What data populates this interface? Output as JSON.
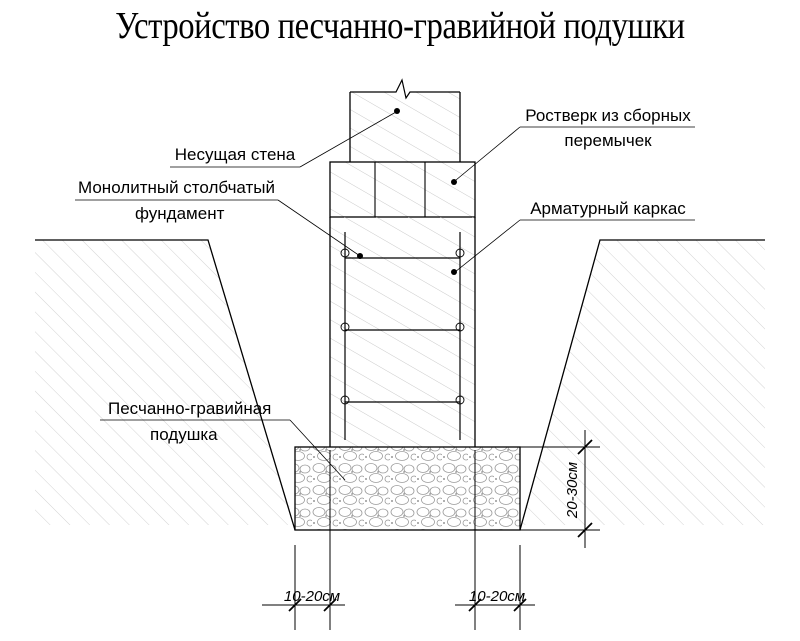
{
  "title": "Устройство песчанно-гравийной подушки",
  "labels": {
    "grillage": [
      "Ростверк из сборных",
      "перемычек"
    ],
    "wall": "Несущая стена",
    "foundation": [
      "Монолитный столбчатый",
      "фундамент"
    ],
    "frame": "Арматурный каркас",
    "cushion": [
      "Песчанно-гравийная",
      "подушка"
    ]
  },
  "dims": {
    "cushion_height": "20-30см",
    "left_offset": "10-20см",
    "right_offset": "10-20см"
  }
}
